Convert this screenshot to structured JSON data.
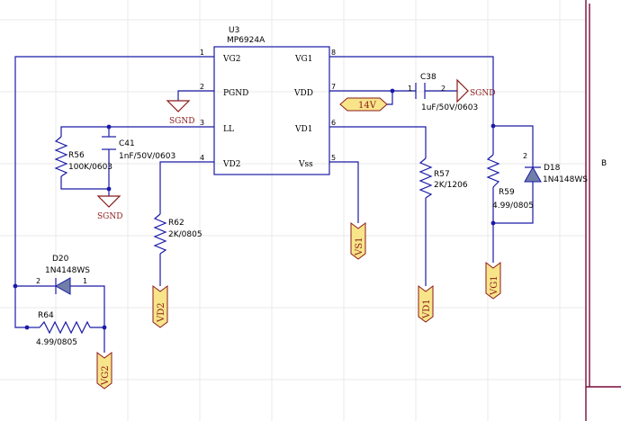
{
  "ic": {
    "ref": "U3",
    "part": "MP6924A",
    "pins": {
      "vg2": {
        "num": "1",
        "name": "VG2"
      },
      "pgnd": {
        "num": "2",
        "name": "PGND"
      },
      "ll": {
        "num": "3",
        "name": "LL"
      },
      "vd2": {
        "num": "4",
        "name": "VD2"
      },
      "vg1": {
        "num": "8",
        "name": "VG1"
      },
      "vdd": {
        "num": "7",
        "name": "VDD"
      },
      "vd1": {
        "num": "6",
        "name": "VD1"
      },
      "vss": {
        "num": "5",
        "name": "Vss"
      }
    }
  },
  "components": {
    "c38": {
      "ref": "C38",
      "value": "1uF/50V/0603",
      "pin1": "1",
      "pin2": "2"
    },
    "c41": {
      "ref": "C41",
      "value": "1nF/50V/0603"
    },
    "r56": {
      "ref": "R56",
      "value": "100K/0603"
    },
    "r57": {
      "ref": "R57",
      "value": "2K/1206"
    },
    "r59": {
      "ref": "R59",
      "value": "4.99/0805"
    },
    "r62": {
      "ref": "R62",
      "value": "2K/0805"
    },
    "r64": {
      "ref": "R64",
      "value": "4.99/0805"
    },
    "d18": {
      "ref": "D18",
      "value": "1N4148WS",
      "pin2": "2"
    },
    "d20": {
      "ref": "D20",
      "value": "1N4148WS",
      "pin1": "1",
      "pin2": "2"
    }
  },
  "grounds": {
    "g1": "SGND",
    "g2": "SGND",
    "g3": "SGND"
  },
  "ports": {
    "p14v": "14V",
    "vs1": "VS1",
    "vd1": "VD1",
    "vd2": "VD2",
    "vg1": "VG1",
    "vg2": "VG2"
  },
  "border": {
    "zone": "B"
  }
}
